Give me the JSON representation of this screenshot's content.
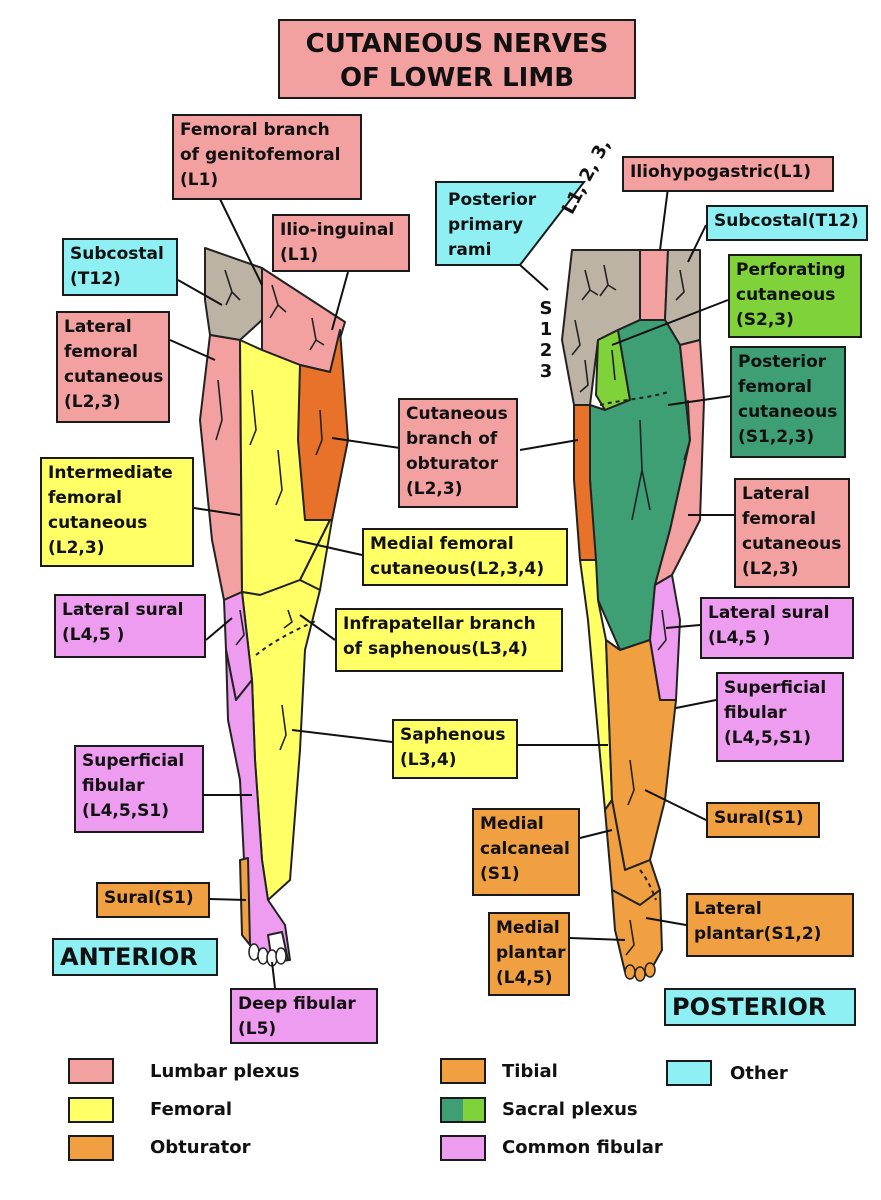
{
  "title": "CUTANEOUS NERVES\nOF LOWER LIMB",
  "anterior": {
    "view_label": "ANTERIOR",
    "labels": {
      "femoral_branch": "Femoral branch\nof genitofemoral\n(L1)",
      "ilio_inguinal": "Ilio-inguinal\n(L1)",
      "subcostal": "Subcostal\n(T12)",
      "lateral_femoral": "Lateral\nfemoral\ncutaneous\n(L2,3)",
      "cutaneous_obturator": "Cutaneous\nbranch of\nobturator\n(L2,3)",
      "intermediate_femoral": "Intermediate\nfemoral\ncutaneous\n(L2,3)",
      "medial_femoral": "Medial femoral\ncutaneous(L2,3,4)",
      "lateral_sural": "Lateral sural\n(L4,5 )",
      "infrapatellar": "Infrapatellar branch\nof saphenous(L3,4)",
      "saphenous": "Saphenous\n(L3,4)",
      "superficial_fibular": "Superficial\nfibular\n(L4,5,S1)",
      "sural": "Sural(S1)",
      "deep_fibular": "Deep fibular\n(L5)"
    }
  },
  "posterior": {
    "view_label": "POSTERIOR",
    "rami_vertebrae_top": "L1, 2, 3,",
    "rami_vertebrae_side": "S\n1\n2\n3",
    "labels": {
      "posterior_primary_rami": "Posterior\nprimary\nrami",
      "iliohypogastric": "Iliohypogastric(L1)",
      "subcostal": "Subcostal(T12)",
      "perforating": "Perforating\ncutaneous\n(S2,3)",
      "posterior_femoral": "Posterior\nfemoral\ncutaneous\n(S1,2,3)",
      "lateral_femoral": "Lateral\nfemoral\ncutaneous\n(L2,3)",
      "lateral_sural": "Lateral sural\n(L4,5 )",
      "superficial_fibular": "Superficial\nfibular\n(L4,5,S1)",
      "sural": "Sural(S1)",
      "medial_calcaneal": "Medial\ncalcaneal\n(S1)",
      "lateral_plantar": "Lateral\nplantar(S1,2)",
      "medial_plantar": "Medial\nplantar\n(L4,5)"
    }
  },
  "legend": [
    {
      "label": "Lumbar plexus",
      "color": "#f2a0a0"
    },
    {
      "label": "Femoral",
      "color": "#ffff66"
    },
    {
      "label": "Obturator",
      "color": "#f0a040"
    },
    {
      "label": "Tibial",
      "color": "#f0a040"
    },
    {
      "label": "Sacral plexus",
      "color": "#3e9e74",
      "color2": "#7fd23a"
    },
    {
      "label": "Common fibular",
      "color": "#ee9cf0"
    },
    {
      "label": "Other",
      "color": "#8ff0f4"
    }
  ],
  "colors": {
    "lumbar_pink": "#f2a0a0",
    "femoral_yellow": "#ffff66",
    "obturator_orange": "#e8722a",
    "tibial_orange": "#f0a040",
    "sacral_dark_green": "#3e9e74",
    "sacral_light_green": "#7fd23a",
    "fibular_magenta": "#ee9cf0",
    "other_cyan": "#8ff0f4",
    "rami_gray": "#bdb3a4"
  }
}
